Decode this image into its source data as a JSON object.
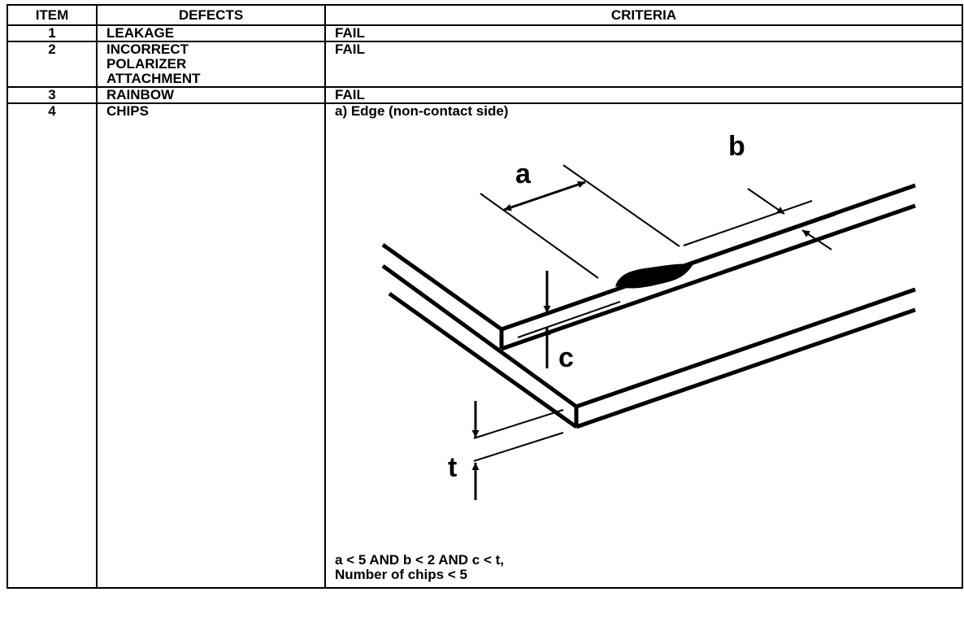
{
  "headers": {
    "item": "ITEM",
    "defects": "DEFECTS",
    "criteria": "CRITERIA"
  },
  "rows": [
    {
      "item": "1",
      "defect": "LEAKAGE",
      "criteria": "FAIL"
    },
    {
      "item": "2",
      "defect": "INCORRECT\nPOLARIZER\nATTACHMENT",
      "criteria": "FAIL"
    },
    {
      "item": "3",
      "defect": "RAINBOW",
      "criteria": "FAIL"
    },
    {
      "item": "4",
      "defect": "CHIPS",
      "criteria": "a) Edge (non-contact side)"
    }
  ],
  "diagram": {
    "label_a": "a",
    "label_b": "b",
    "label_c": "c",
    "label_t": "t"
  },
  "condition": "a < 5 AND b < 2 AND c < t,\nNumber of chips < 5"
}
